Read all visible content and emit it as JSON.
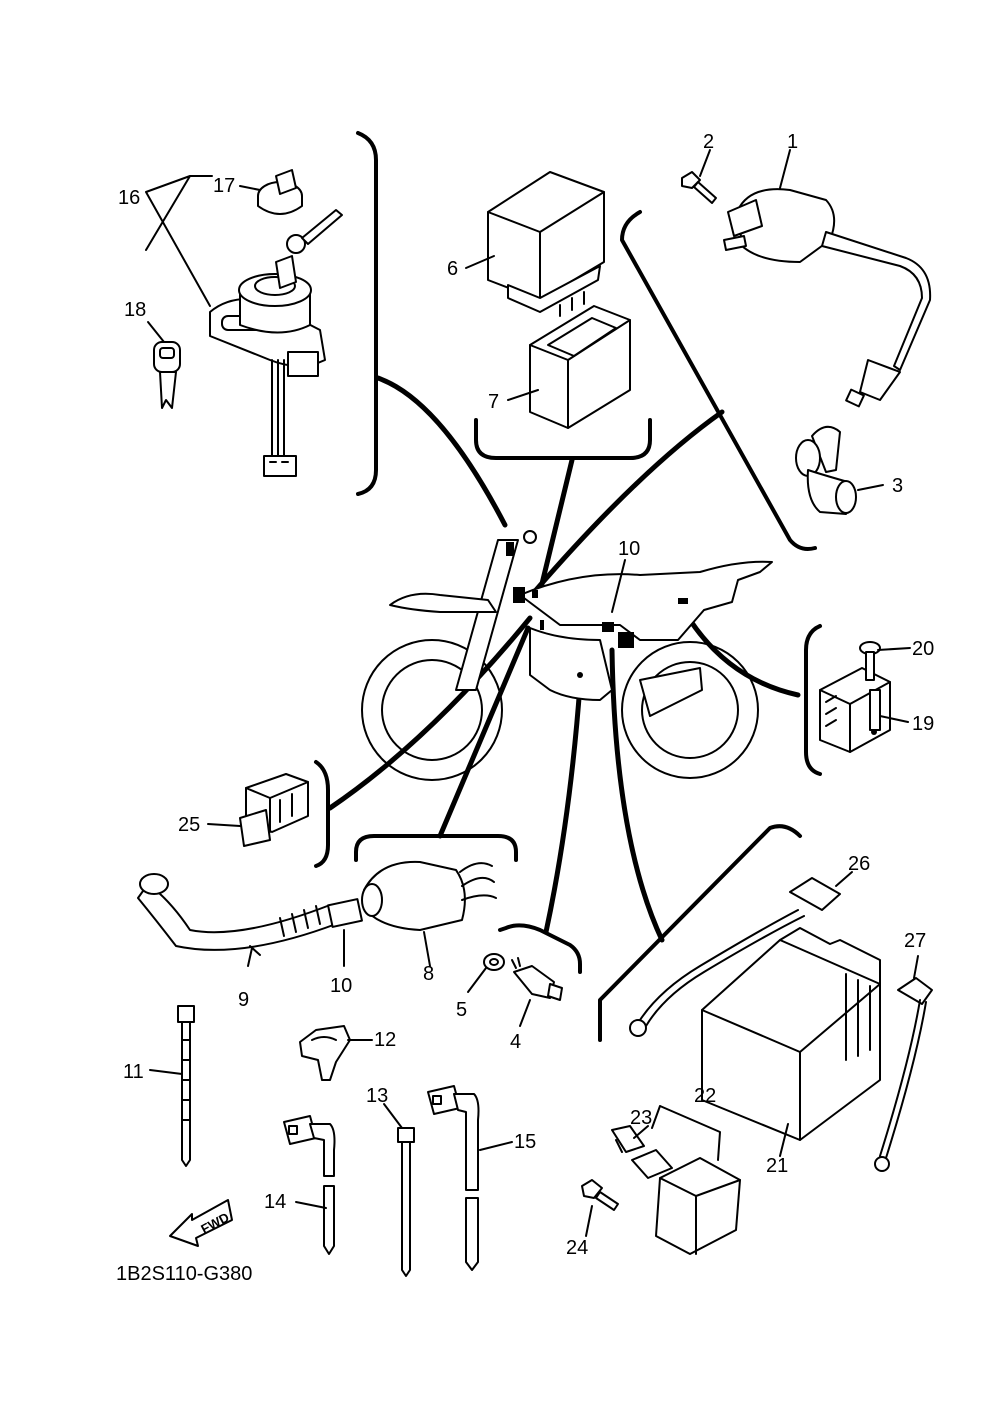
{
  "diagram": {
    "code": "1B2S110-G380",
    "fwd_label": "FWD",
    "labels": {
      "p1": "1",
      "p2": "2",
      "p3": "3",
      "p4": "4",
      "p5": "5",
      "p6": "6",
      "p7": "7",
      "p8": "8",
      "p9": "9",
      "p10a": "10",
      "p10b": "10",
      "p11": "11",
      "p12": "12",
      "p13": "13",
      "p14": "14",
      "p15": "15",
      "p16": "16",
      "p17": "17",
      "p18": "18",
      "p19": "19",
      "p20": "20",
      "p21": "21",
      "p22": "22",
      "p23": "23",
      "p24": "24",
      "p25": "25",
      "p26": "26",
      "p27": "27"
    }
  }
}
